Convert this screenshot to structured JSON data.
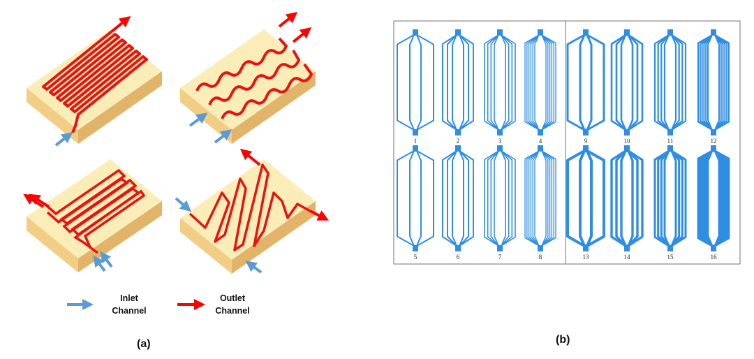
{
  "panel_a": {
    "caption": "(a)",
    "legend": {
      "inlet": {
        "line1": "Inlet",
        "line2": "Channel",
        "color": "#5b9bd5"
      },
      "outlet": {
        "line1": "Outlet",
        "line2": "Channel",
        "color": "#ff0000"
      }
    },
    "block_colors": {
      "top": "#fbedb8",
      "front": "#f2cd84",
      "side": "#e2b46a"
    },
    "channel_color": "#e8120f"
  },
  "panel_b": {
    "caption": "(b)",
    "pattern_color": "#2f8de4",
    "designs": [
      {
        "label": "1"
      },
      {
        "label": "2"
      },
      {
        "label": "3"
      },
      {
        "label": "4"
      },
      {
        "label": "9"
      },
      {
        "label": "10"
      },
      {
        "label": "11"
      },
      {
        "label": "12"
      },
      {
        "label": "5"
      },
      {
        "label": "6"
      },
      {
        "label": "7"
      },
      {
        "label": "8"
      },
      {
        "label": "13"
      },
      {
        "label": "14"
      },
      {
        "label": "15"
      },
      {
        "label": "16"
      }
    ]
  }
}
